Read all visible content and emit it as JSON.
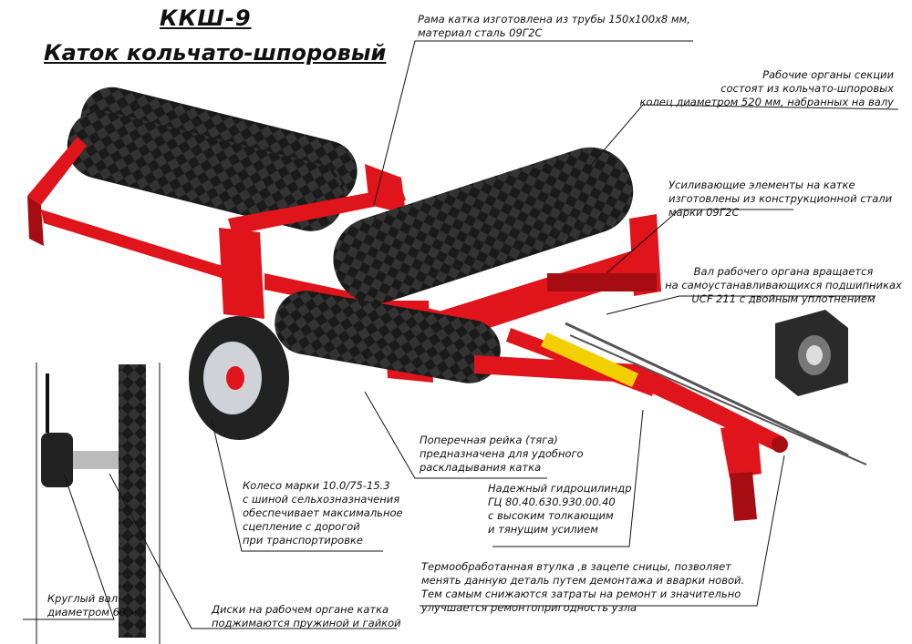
{
  "title": {
    "model": "ККШ-9",
    "name": "Каток кольчато-шпоровый"
  },
  "notes": {
    "frame": [
      "Рама катка изготовлена из трубы 150х100х8 мм,",
      "материал сталь 09Г2С"
    ],
    "working_parts": [
      "Рабочие органы секции",
      "состоят из кольчато-шпоровых",
      "колец диаметром 520 мм, набранных на валу"
    ],
    "reinforcement": [
      "Усиливающие элементы на катке",
      "изготовлены из конструкционной стали",
      "марки 09Г2С"
    ],
    "shaft_bearings": [
      "Вал рабочего органа вращается",
      "на самоустанавливающихся подшипниках",
      "UCF 211 с двойным уплотнением"
    ],
    "cross_rail": [
      "Поперечная рейка (тяга)",
      "предназначена для удобного",
      "раскладывания катка"
    ],
    "wheel": [
      "Колесо марки 10.0/75-15.3",
      "с шиной сельхозназначения",
      "обеспечивает максимальное",
      "сцепление с дорогой",
      "при транспортировке"
    ],
    "hydraulic": [
      "Надежный гидроцилиндр",
      "ГЦ 80.40.630.930.00.40",
      "с высоким толкающим",
      "и тянущим усилием"
    ],
    "bushing": [
      "Термообработанная втулка ,в зацепе сницы, позволяет",
      "менять данную деталь путем демонтажа и вварки новой.",
      "Тем самым снижаются затраты на ремонт и значительно",
      "улучшается ремонтопригодность узла"
    ],
    "round_shaft": [
      "Круглый вал",
      "диаметром 60 мм"
    ],
    "discs": [
      "Диски на рабочем органе катка",
      "поджимаются пружиной и гайкой"
    ]
  },
  "colors": {
    "frame_red": "#e0141b",
    "frame_dark": "#a50d12",
    "roller_black": "#1a1a1a",
    "cylinder_yellow": "#f2d000",
    "tire": "#222222",
    "rim": "#cfd3d8"
  }
}
